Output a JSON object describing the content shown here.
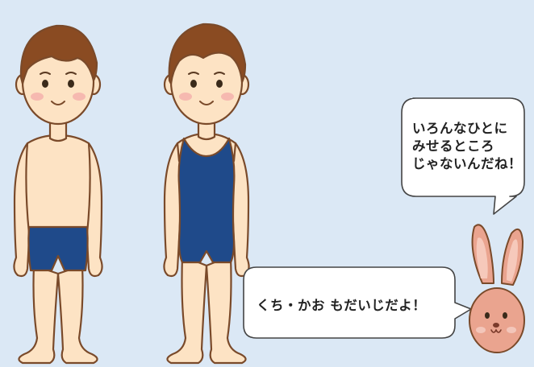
{
  "speech_top": {
    "lines": [
      "いろんなひとに",
      "みせるところ",
      "じゃないんだね！"
    ]
  },
  "speech_bottom": {
    "text": "くち・かお もだいじだよ！"
  },
  "colors": {
    "background_panel": "#dbe8f5",
    "skin": "#fde3c4",
    "outline": "#7a4a2a",
    "hair": "#8a4b22",
    "swimwear": "#1f4a8a",
    "rabbit": "#eaa48f",
    "cheek": "#f6b9b0"
  }
}
